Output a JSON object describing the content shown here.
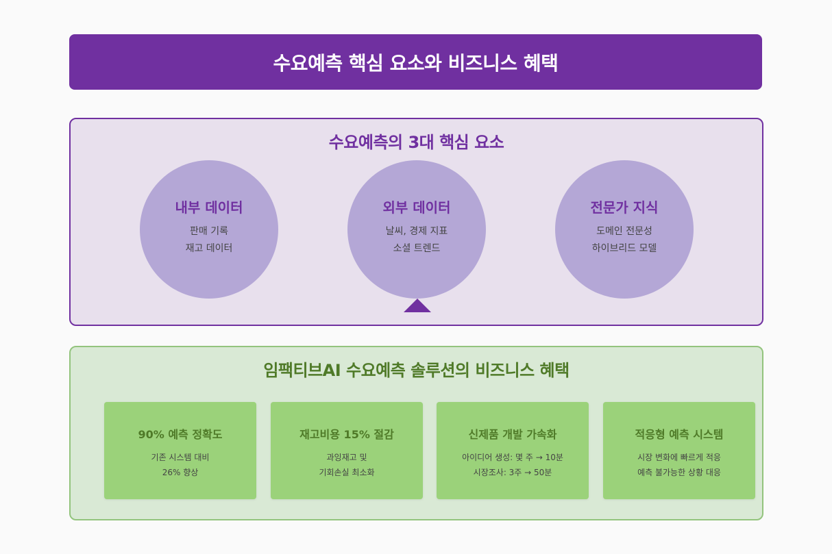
{
  "header": {
    "title": "수요예측 핵심 요소와 비즈니스 혜택"
  },
  "elements": {
    "title": "수요예측의 3대 핵심 요소",
    "items": [
      {
        "title": "내부 데이터",
        "lines": [
          "판매 기록",
          "재고 데이터"
        ]
      },
      {
        "title": "외부 데이터",
        "lines": [
          "날씨, 경제 지표",
          "소셜 트렌드"
        ]
      },
      {
        "title": "전문가 지식",
        "lines": [
          "도메인 전문성",
          "하이브리드 모델"
        ]
      }
    ]
  },
  "benefits": {
    "title": "임팩티브AI 수요예측 솔루션의 비즈니스 혜택",
    "items": [
      {
        "title": "90% 예측 정확도",
        "lines": [
          "기존 시스템 대비",
          "26% 향상"
        ]
      },
      {
        "title": "재고비용 15% 절감",
        "lines": [
          "과잉재고 및",
          "기회손실 최소화"
        ]
      },
      {
        "title": "신제품 개발 가속화",
        "lines": [
          "아이디어 생성: 몇 주 → 10분",
          "시장조사: 3주 → 50분"
        ]
      },
      {
        "title": "적응형 예측 시스템",
        "lines": [
          "시장 변화에 빠르게 적응",
          "예측 불가능한 상황 대응"
        ]
      }
    ]
  },
  "colors": {
    "primary_purple": "#7030a0",
    "circle_fill": "#b4a7d6",
    "panel_purple_bg": "#e8e0ed",
    "benefit_green_text": "#4f7a28",
    "card_green": "#9bd27a",
    "panel_green_bg": "#d9e9d5",
    "panel_green_border": "#93c47d"
  }
}
